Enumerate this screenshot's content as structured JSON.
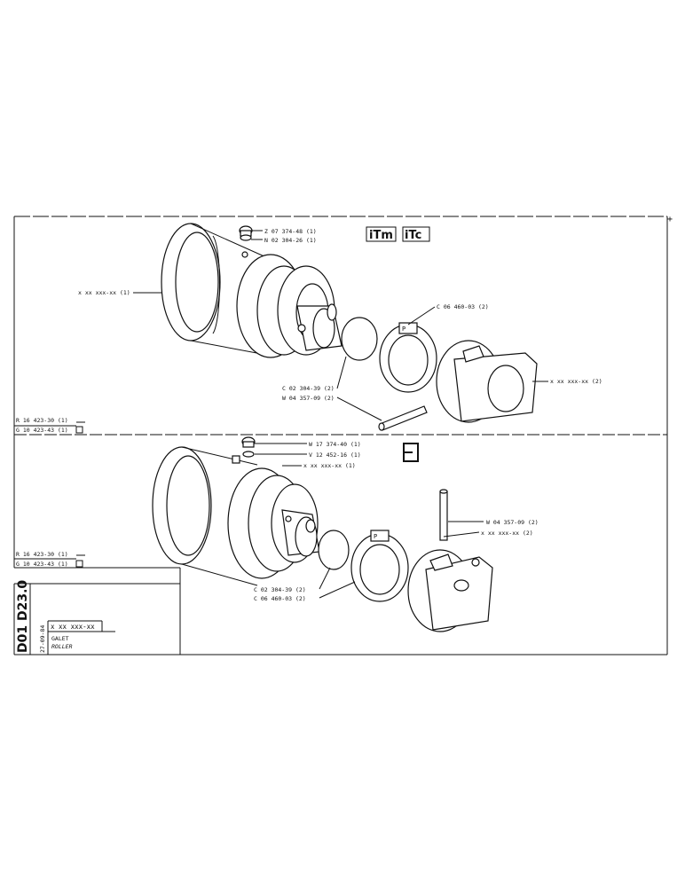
{
  "top": {
    "labels": {
      "screw": "Z 07 374-48 (1)",
      "washer": "N 02 304-26 (1)",
      "body": "x xx xxx-xx (1)",
      "ring": "C 06 460-03 (2)",
      "bracket": "x xx xxx-xx (2)",
      "oring": "C 02 304-39 (2)",
      "pin": "W 04 357-09 (2)",
      "ref_a": "R 16 423-30 (1)",
      "ref_g": "G 10 423-43 (1)"
    },
    "logos": {
      "itm": "iTm",
      "itc": "iTc"
    }
  },
  "bottom": {
    "labels": {
      "screw": "W 17 374-40 (1)",
      "washer": "V 12 452-16 (1)",
      "body": "x xx xxx-xx (1)",
      "pin": "W 04 357-09 (2)",
      "bracket": "x xx xxx-xx (2)",
      "oring": "C 02 304-39 (2)",
      "ring": "C 06 460-03 (2)",
      "ref_a": "R 16 423-30 (1)",
      "ref_g": "G 10 423-43 (1)"
    }
  },
  "title_block": {
    "drawing_no": "D01 D23.0",
    "date": "27-09-84",
    "part_no": "x xx xxx-xx",
    "name_fr": "GALET",
    "name_en": "ROLLER"
  }
}
